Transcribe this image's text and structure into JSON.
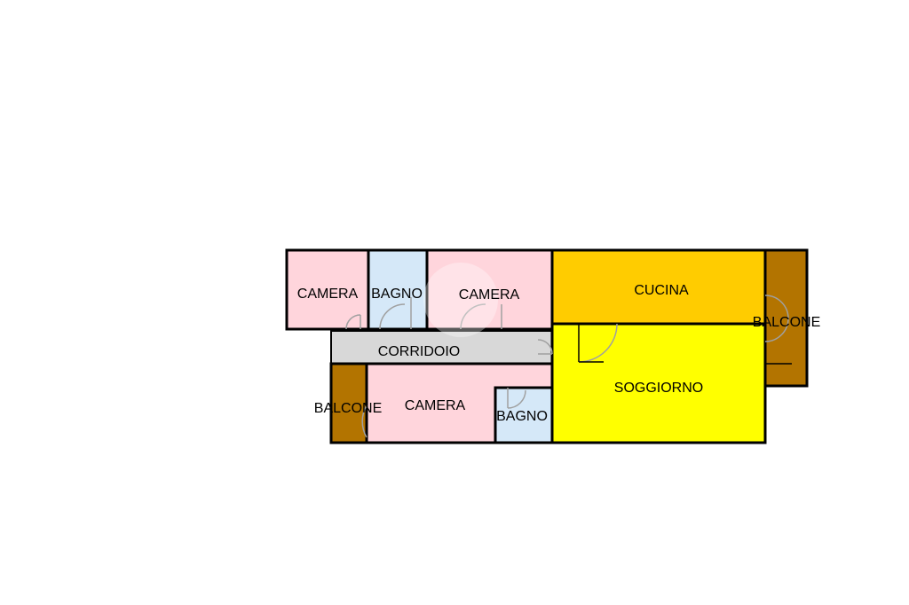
{
  "floorplan": {
    "colors": {
      "camera": "#ffd5dc",
      "bagno": "#d5e8f8",
      "cucina": "#ffcc00",
      "soggiorno": "#ffff00",
      "balcone": "#b37400",
      "corridoio": "#d8d8d8",
      "wall": "#000000",
      "door": "#a0a0a0"
    },
    "rooms": [
      {
        "id": "camera-top-left",
        "type": "camera",
        "label": "CAMERA"
      },
      {
        "id": "bagno-top",
        "type": "bagno",
        "label": "BAGNO"
      },
      {
        "id": "camera-top-middle",
        "type": "camera",
        "label": "CAMERA"
      },
      {
        "id": "cucina",
        "type": "cucina",
        "label": "CUCINA"
      },
      {
        "id": "balcone-right",
        "type": "balcone",
        "label": "BALCONE"
      },
      {
        "id": "corridoio",
        "type": "corridoio",
        "label": "CORRIDOIO"
      },
      {
        "id": "soggiorno",
        "type": "soggiorno",
        "label": "SOGGIORNO"
      },
      {
        "id": "balcone-left",
        "type": "balcone",
        "label": "BALCONE"
      },
      {
        "id": "camera-bottom",
        "type": "camera",
        "label": "CAMERA"
      },
      {
        "id": "bagno-bottom",
        "type": "bagno",
        "label": "BAGNO"
      }
    ]
  }
}
